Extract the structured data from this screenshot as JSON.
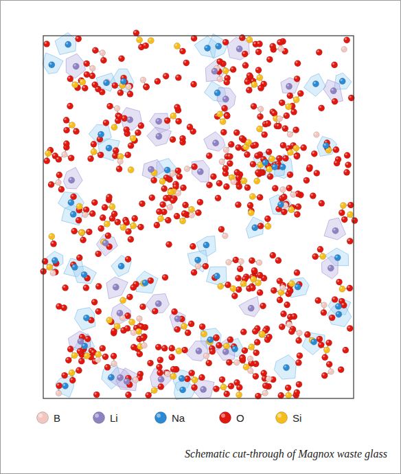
{
  "diagram": {
    "caption": "Schematic cut-through of Magnox waste glass",
    "legend": [
      {
        "text": "B",
        "color": "#f2c7c2"
      },
      {
        "text": "Li",
        "color": "#8f82c4"
      },
      {
        "text": "Na",
        "color": "#2b8ad4"
      },
      {
        "text": "O",
        "color": "#e0180f"
      },
      {
        "text": "Si",
        "color": "#f6bd1d"
      }
    ]
  }
}
